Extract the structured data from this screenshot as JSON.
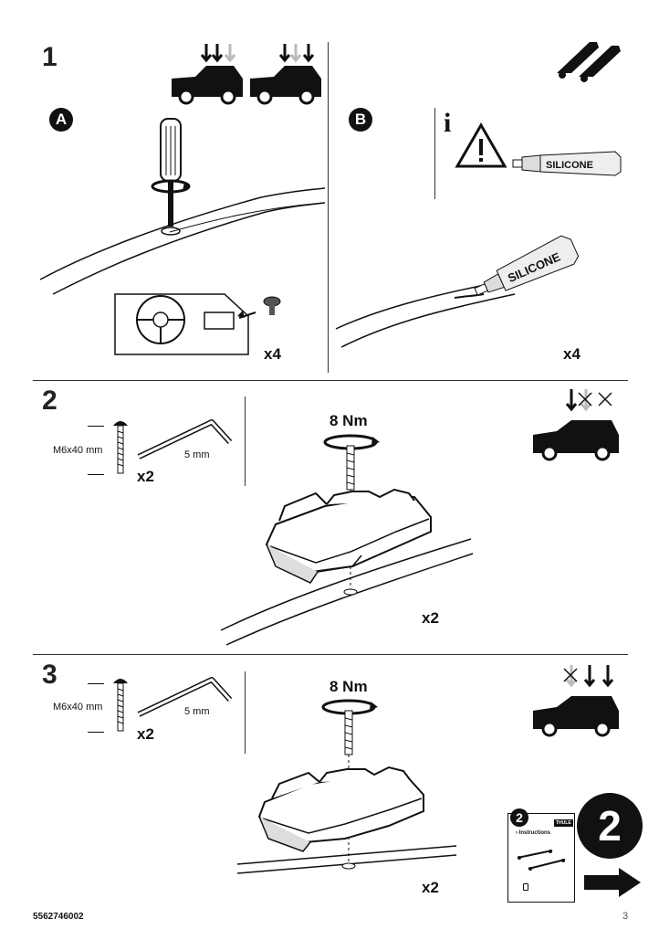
{
  "step1": {
    "number": "1",
    "a_label": "A",
    "b_label": "B",
    "a_qty": "x4",
    "b_qty": "x4",
    "info_icon": "info-icon",
    "silicone_text": "SILICONE"
  },
  "step2": {
    "number": "2",
    "bolt_label": "M6x40 mm",
    "key_label": "5 mm",
    "parts_qty": "x2",
    "torque": "8 Nm",
    "foot_qty": "x2"
  },
  "step3": {
    "number": "3",
    "bolt_label": "M6x40 mm",
    "key_label": "5 mm",
    "parts_qty": "x2",
    "torque": "8 Nm",
    "foot_qty": "x2"
  },
  "booklet": {
    "number": "2",
    "title": "› Instructions",
    "logo": "THULE"
  },
  "next_number": "2",
  "footer": {
    "code": "5562746002",
    "page": "3"
  }
}
